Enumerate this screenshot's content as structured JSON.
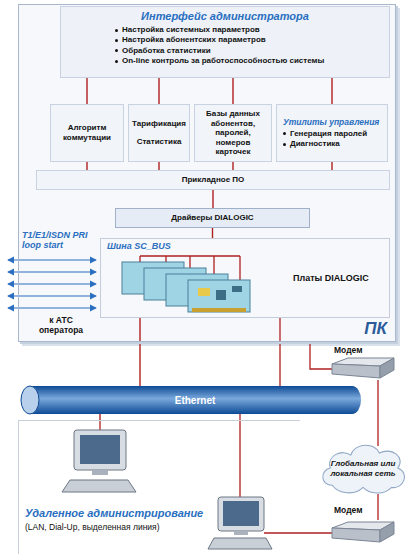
{
  "diagram": {
    "nodes": [
      {
        "text": [
          "ПК"
        ]
      },
      {
        "text": [
          "Интерфейс администратора",
          "Настройка системных параметров",
          "Настройка абонентских параметров",
          "Обработка статистики",
          "On-line контроль за работоспособностью системы"
        ],
        "in": 0
      },
      {
        "text": [
          "Алгоритм коммутации"
        ],
        "in": 0
      },
      {
        "text": [
          "Тарификация",
          "Статистика"
        ],
        "in": 0
      },
      {
        "text": [
          "Базы данных абонентов, паролей, номеров карточек"
        ],
        "in": 0
      },
      {
        "text": [
          "Утилиты управления",
          "Генерация паролей",
          "Диагностика"
        ],
        "in": 0
      },
      {
        "text": [
          "Прикладное ПО"
        ],
        "in": 0
      },
      {
        "text": [
          "Драйверы DIALOGIC"
        ],
        "in": 0
      },
      {
        "text": [
          "Шина SC_BUS",
          "Платы DIALOGIC"
        ],
        "in": 0
      },
      {
        "text": [
          "Ethernet"
        ]
      },
      {
        "text": [
          "Глобальная или локальная сеть"
        ]
      },
      {
        "text": [
          "Удаленное администрирование",
          "(LAN, Dial-Up, выделенная линия)"
        ]
      }
    ],
    "edges": [
      {
        "from": 1,
        "to": 2,
        "arrow": "none"
      },
      {
        "from": 1,
        "to": 3,
        "arrow": "none"
      },
      {
        "from": 1,
        "to": 4,
        "arrow": "none"
      },
      {
        "from": 1,
        "to": 5,
        "arrow": "none"
      },
      {
        "from": 2,
        "to": 6,
        "arrow": "none"
      },
      {
        "from": 3,
        "to": 6,
        "arrow": "none"
      },
      {
        "from": 4,
        "to": 6,
        "arrow": "none"
      },
      {
        "from": 5,
        "to": 6,
        "arrow": "none"
      },
      {
        "from": 6,
        "to": 7,
        "arrow": "none"
      },
      {
        "from": 7,
        "to": 8,
        "arrow": "none"
      },
      {
        "from": 8,
        "to": 9,
        "arrow": "none"
      },
      {
        "from": 9,
        "to": 11,
        "arrow": "none"
      }
    ],
    "labels": [
      "T1/E1/ISDN PRI loop start",
      "к АТС оператора",
      "Модем",
      "Модем"
    ]
  }
}
